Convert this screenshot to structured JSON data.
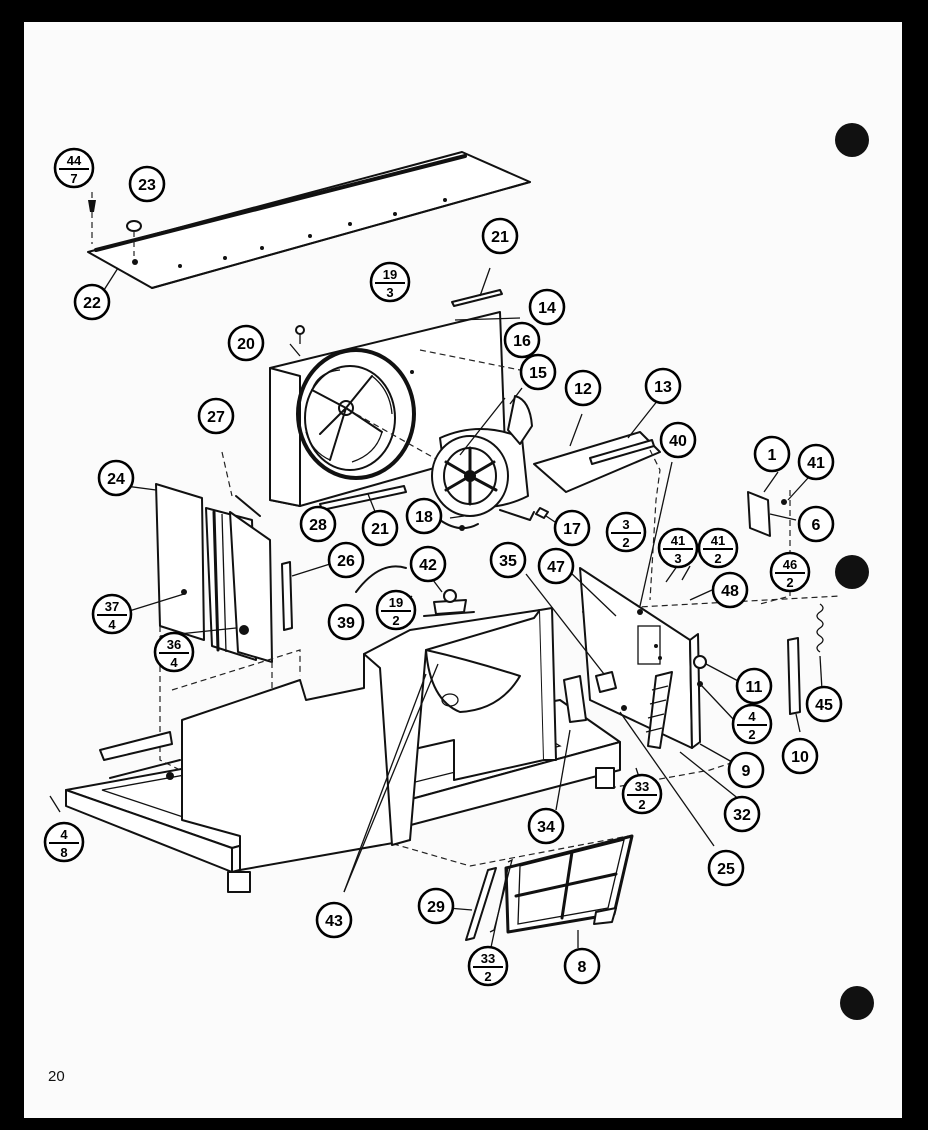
{
  "page_number": "20",
  "callouts": [
    {
      "id": "c44-7",
      "top": "44",
      "bottom": "7"
    },
    {
      "id": "c23",
      "label": "23"
    },
    {
      "id": "c22",
      "label": "22"
    },
    {
      "id": "c21a",
      "label": "21"
    },
    {
      "id": "c19-3",
      "top": "19",
      "bottom": "3"
    },
    {
      "id": "c14",
      "label": "14"
    },
    {
      "id": "c20",
      "label": "20"
    },
    {
      "id": "c16",
      "label": "16"
    },
    {
      "id": "c15",
      "label": "15"
    },
    {
      "id": "c12",
      "label": "12"
    },
    {
      "id": "c13",
      "label": "13"
    },
    {
      "id": "c27",
      "label": "27"
    },
    {
      "id": "c40",
      "label": "40"
    },
    {
      "id": "c1",
      "label": "1"
    },
    {
      "id": "c41a",
      "label": "41"
    },
    {
      "id": "c24",
      "label": "24"
    },
    {
      "id": "c18",
      "label": "18"
    },
    {
      "id": "c17",
      "label": "17"
    },
    {
      "id": "c28",
      "label": "28"
    },
    {
      "id": "c21b",
      "label": "21"
    },
    {
      "id": "c6",
      "label": "6"
    },
    {
      "id": "c3-2",
      "top": "3",
      "bottom": "2"
    },
    {
      "id": "c41-3",
      "top": "41",
      "bottom": "3"
    },
    {
      "id": "c41-2",
      "top": "41",
      "bottom": "2"
    },
    {
      "id": "c46-2",
      "top": "46",
      "bottom": "2"
    },
    {
      "id": "c26",
      "label": "26"
    },
    {
      "id": "c35",
      "label": "35"
    },
    {
      "id": "c47",
      "label": "47"
    },
    {
      "id": "c42",
      "label": "42"
    },
    {
      "id": "c48",
      "label": "48"
    },
    {
      "id": "c37-4",
      "top": "37",
      "bottom": "4"
    },
    {
      "id": "c19-2",
      "top": "19",
      "bottom": "2"
    },
    {
      "id": "c39",
      "label": "39"
    },
    {
      "id": "c36-4",
      "top": "36",
      "bottom": "4"
    },
    {
      "id": "c11",
      "label": "11"
    },
    {
      "id": "c45",
      "label": "45"
    },
    {
      "id": "c4-2",
      "top": "4",
      "bottom": "2"
    },
    {
      "id": "c9",
      "label": "9"
    },
    {
      "id": "c10",
      "label": "10"
    },
    {
      "id": "c33-2a",
      "top": "33",
      "bottom": "2"
    },
    {
      "id": "c32",
      "label": "32"
    },
    {
      "id": "c4-8",
      "top": "4",
      "bottom": "8"
    },
    {
      "id": "c34",
      "label": "34"
    },
    {
      "id": "c25",
      "label": "25"
    },
    {
      "id": "c43",
      "label": "43"
    },
    {
      "id": "c29",
      "label": "29"
    },
    {
      "id": "c33-2b",
      "top": "33",
      "bottom": "2"
    },
    {
      "id": "c8",
      "label": "8"
    }
  ]
}
